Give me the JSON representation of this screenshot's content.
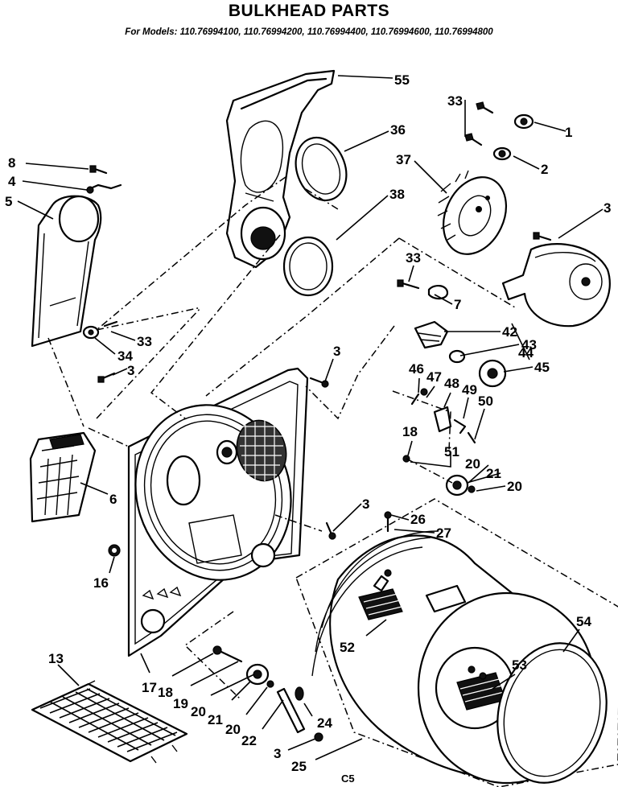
{
  "header": {
    "title": "BULKHEAD PARTS",
    "models": "For Models: 110.76994100, 110.76994200, 110.76994400, 110.76994600, 110.76994800"
  },
  "footer": {
    "code": "C5"
  },
  "callouts": {
    "n55": "55",
    "n36": "36",
    "n38": "38",
    "n33a": "33",
    "n1": "1",
    "n2": "2",
    "n37": "37",
    "n3a": "3",
    "n33b": "33",
    "n7": "7",
    "n8": "8",
    "n4": "4",
    "n5": "5",
    "n33c": "33",
    "n34": "34",
    "n3b": "3",
    "n6": "6",
    "n3c": "3",
    "n42": "42",
    "n43": "43",
    "n44": "44",
    "n45": "45",
    "n46": "46",
    "n47": "47",
    "n48": "48",
    "n49": "49",
    "n50": "50",
    "n18a": "18",
    "n51": "51",
    "n20a": "20",
    "n21a": "21",
    "n20b": "20",
    "n3d": "3",
    "n26": "26",
    "n27": "27",
    "n16": "16",
    "n54": "54",
    "n52": "52",
    "n53": "53",
    "n13": "13",
    "n17": "17",
    "n18b": "18",
    "n19": "19",
    "n20c": "20",
    "n21b": "21",
    "n20d": "20",
    "n22": "22",
    "n24": "24",
    "n3e": "3",
    "n25": "25"
  }
}
